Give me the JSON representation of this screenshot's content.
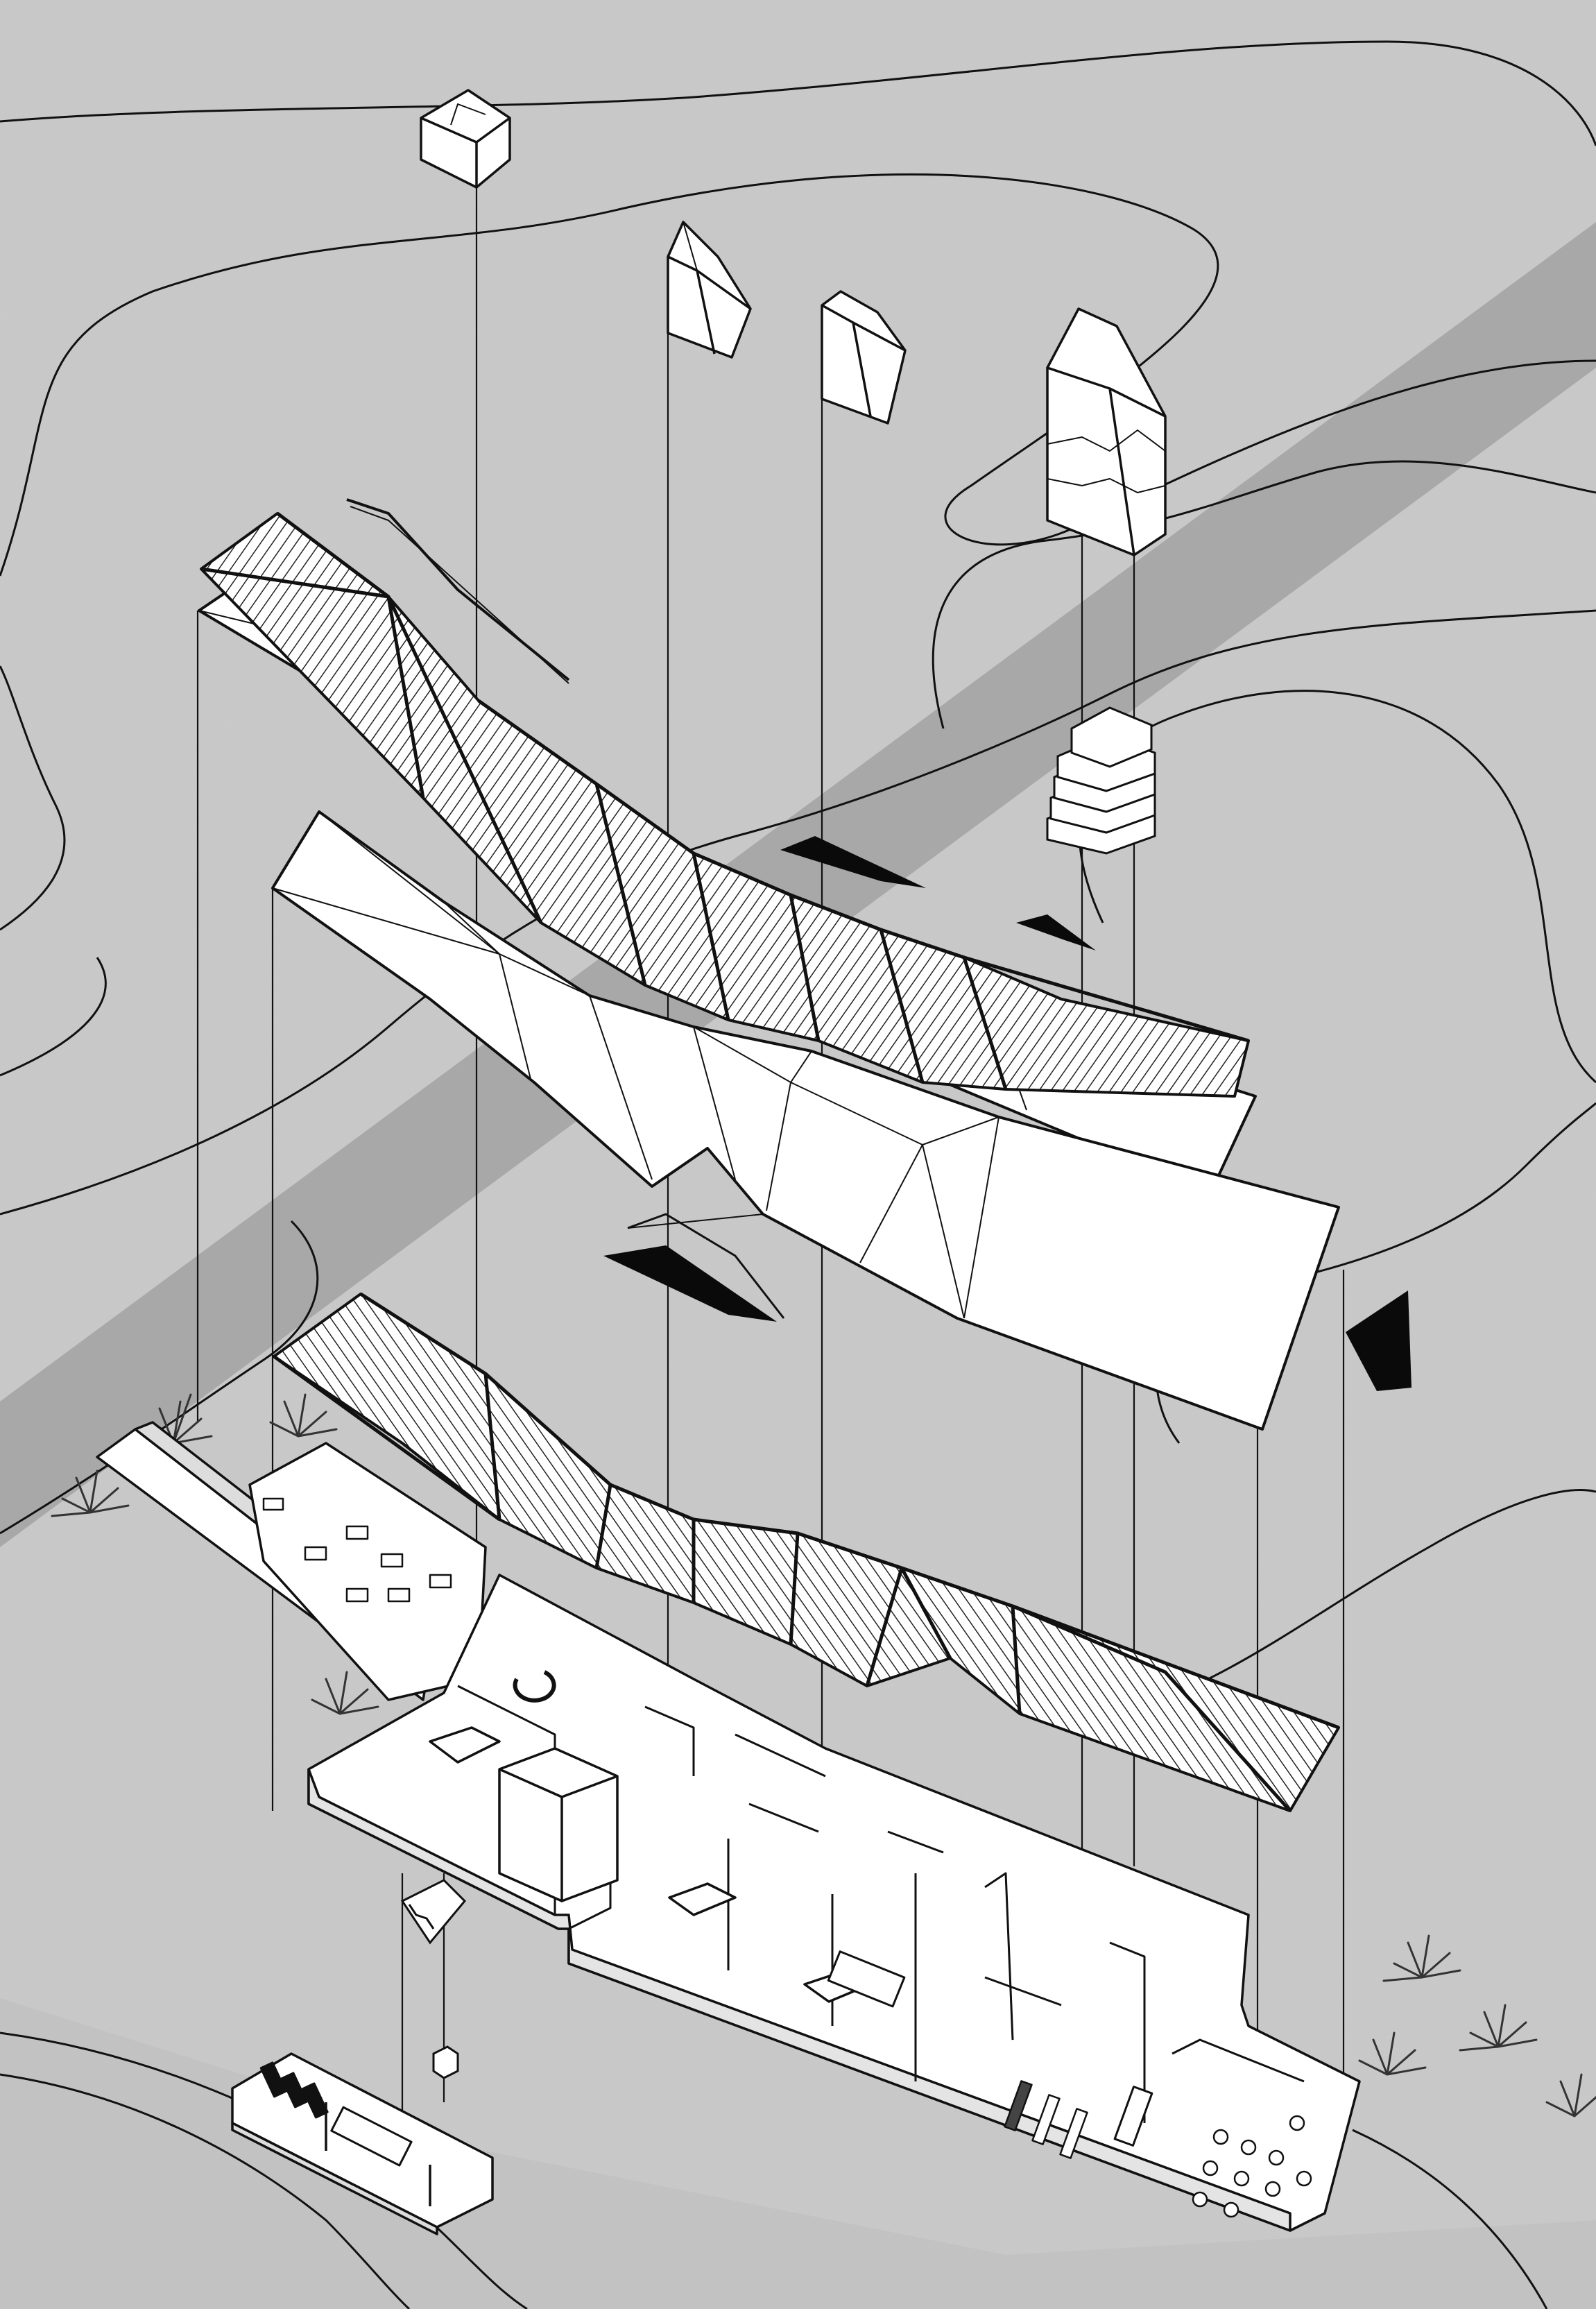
{
  "drawing": {
    "kind": "exploded axonometric",
    "labels": [],
    "colors": {
      "ground": "#c9c9c9",
      "ground_dark": "#b3b3b3",
      "path": "#a8a8a8",
      "ink": "#111111",
      "paper": "#ffffff",
      "shadow": "#0a0a0a"
    },
    "layers": [
      {
        "id": "skylights",
        "count": 4
      },
      {
        "id": "roof-upper",
        "count": 1
      },
      {
        "id": "roof-lower",
        "count": 1
      },
      {
        "id": "timber-ceiling-upper",
        "count": 1
      },
      {
        "id": "timber-ceiling-lower",
        "count": 1
      },
      {
        "id": "ground-floor-plan",
        "count": 1
      },
      {
        "id": "basement-plan",
        "count": 1
      },
      {
        "id": "stairs",
        "count": 2
      },
      {
        "id": "vegetation",
        "count": 6
      }
    ]
  }
}
